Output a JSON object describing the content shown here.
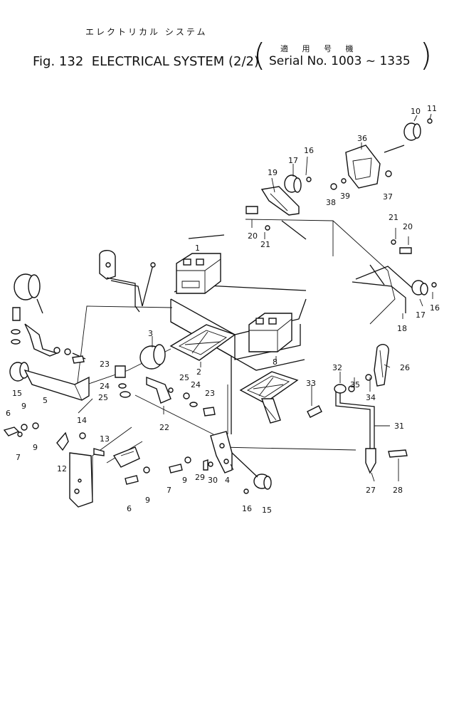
{
  "header": {
    "title_jp": "エレクトリカル システム",
    "fig_label": "Fig. 132",
    "title": "ELECTRICAL SYSTEM (2/2)",
    "serial_jp": "適 用 号 機",
    "serial": "Serial No. 1003 ~ 1335"
  },
  "callouts": [
    "10",
    "11",
    "36",
    "16",
    "17",
    "19",
    "38",
    "39",
    "37",
    "1",
    "20",
    "21",
    "21",
    "20",
    "17",
    "16",
    "18",
    "3",
    "2",
    "8",
    "26",
    "32",
    "35",
    "34",
    "33",
    "31",
    "15",
    "5",
    "6",
    "9",
    "7",
    "9",
    "23",
    "24",
    "25",
    "25",
    "24",
    "23",
    "22",
    "14",
    "13",
    "12",
    "29",
    "30",
    "4",
    "9",
    "7",
    "6",
    "9",
    "16",
    "15",
    "27",
    "28"
  ]
}
